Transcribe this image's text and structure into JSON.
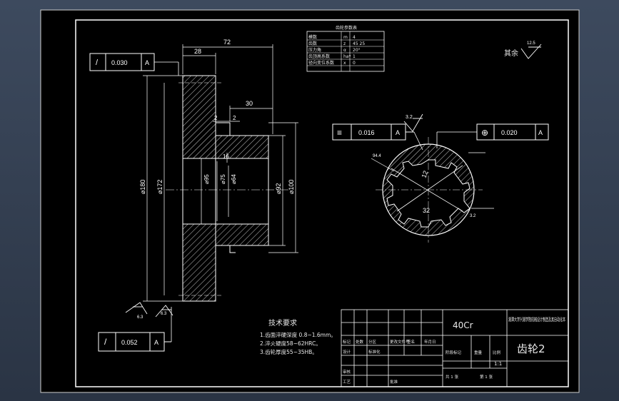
{
  "dimensions": {
    "overall_width": "72",
    "rim_width": "28",
    "hub_width": "30",
    "small_gap_a": "2",
    "small_gap_b": "2",
    "small_gap_c": "16",
    "dia_180": "⌀180",
    "dia_172": "⌀172",
    "dia_95": "⌀95",
    "dia_75": "⌀75",
    "dia_64": "⌀64",
    "dia_92": "⌀92",
    "dia_100": "⌀100",
    "keyway_12": "12",
    "keyway_32": "32",
    "section_label": "94.4",
    "roughness_small": "3.2",
    "roughness_small2": "3.2",
    "roughness_left": "6.3",
    "roughness_left2": "6.3",
    "roughness_right": "3.2"
  },
  "tolerances": {
    "top_left": {
      "symbol": "/",
      "value": "0.030",
      "datum": "A"
    },
    "middle_left": {
      "symbol": "≡",
      "value": "0.016",
      "datum": "A"
    },
    "middle_right": {
      "symbol": "⊕",
      "value": "0.020",
      "datum": "A"
    },
    "bottom_left": {
      "symbol": "/",
      "value": "0.052",
      "datum": "A"
    }
  },
  "top_right_note": {
    "text": "其余",
    "roughness": "12.5"
  },
  "gear_params": {
    "title": "齿轮参数表",
    "rows": [
      [
        "模数",
        "m",
        "4"
      ],
      [
        "齿数",
        "z",
        "45  25"
      ],
      [
        "压力角",
        "α",
        "20°"
      ],
      [
        "齿顶高系数",
        "ha*",
        "1"
      ],
      [
        "径向变位系数",
        "x",
        "0"
      ]
    ]
  },
  "tech_requirements": {
    "title": "技术要求",
    "items": [
      "1.齿面淬硬深度 0.8~1.6mm。",
      "2.淬火硬度58~62HRC。",
      "3.齿轮厚度55~35HB。"
    ]
  },
  "title_block": {
    "material": "40Cr",
    "school": "湘潭大学兴湘学院机械设计制造及其自动化本",
    "part_name": "齿轮2",
    "scale": "1:1",
    "labels": [
      "标记",
      "处数",
      "分区",
      "更改文件号",
      "签名",
      "年月日",
      "设计",
      "标准化",
      "审核",
      "工艺",
      "批准",
      "阶段标记",
      "重量",
      "比例",
      "共 1 张",
      "第 1 张"
    ]
  }
}
